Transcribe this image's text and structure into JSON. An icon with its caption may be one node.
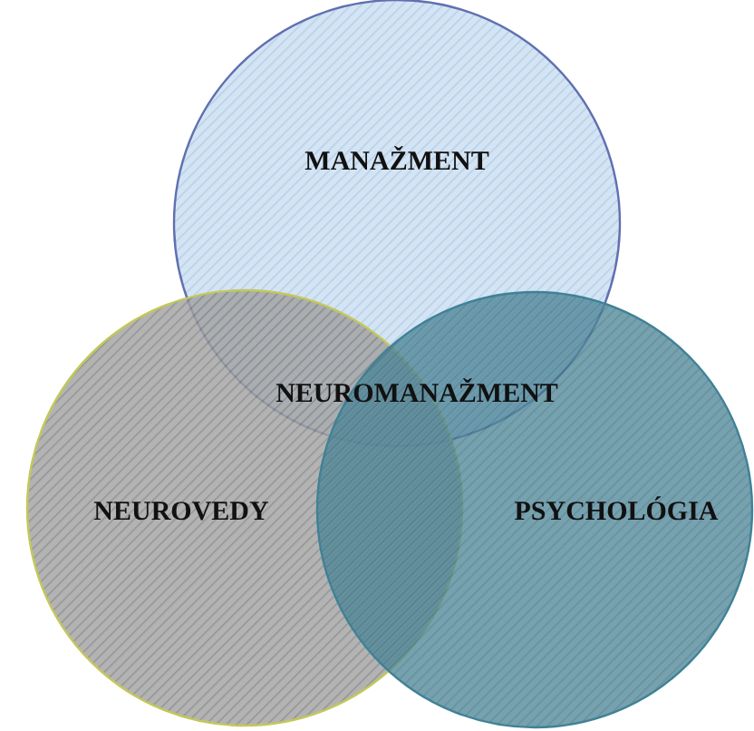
{
  "diagram": {
    "nodes": [
      {
        "text": [
          "MANAŽMENT"
        ]
      },
      {
        "text": [
          "NEUROVEDY"
        ]
      },
      {
        "text": [
          "PSYCHOLÓGIA"
        ]
      }
    ],
    "edges": [],
    "labels": [
      "NEUROMANAŽMENT"
    ]
  }
}
